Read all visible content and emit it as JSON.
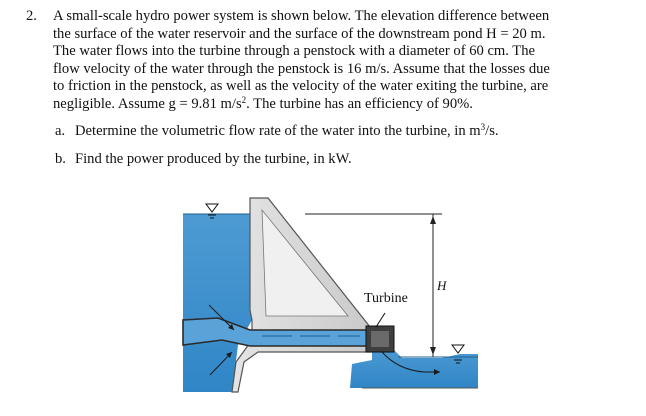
{
  "question": {
    "number": "2.",
    "lines": [
      "A small-scale hydro power system is shown below. The elevation difference between",
      "the surface of the water reservoir and the surface of the downstream pond H = 20 m.",
      "The water flows into the turbine through a penstock with a diameter of 60 cm. The",
      "flow velocity of the water through the penstock is 16 m/s. Assume that the losses due",
      "to friction in the penstock, as well as the velocity of the water exiting the turbine, are"
    ],
    "line6_pre": "negligible. Assume g = 9.81 m/s",
    "line6_sup": "2",
    "line6_post": ". The turbine has an efficiency of 90%."
  },
  "part_a": {
    "letter": "a.",
    "text_pre": "Determine the volumetric flow rate of the water into the turbine, in m",
    "sup": "3",
    "text_post": "/s."
  },
  "part_b": {
    "letter": "b.",
    "text": "Find the power produced by the turbine, in kW."
  },
  "diagram": {
    "turbine_label": "Turbine",
    "head_label": "H",
    "water_color": "#3b8fcb",
    "dam_color": "#d6d6d6"
  }
}
